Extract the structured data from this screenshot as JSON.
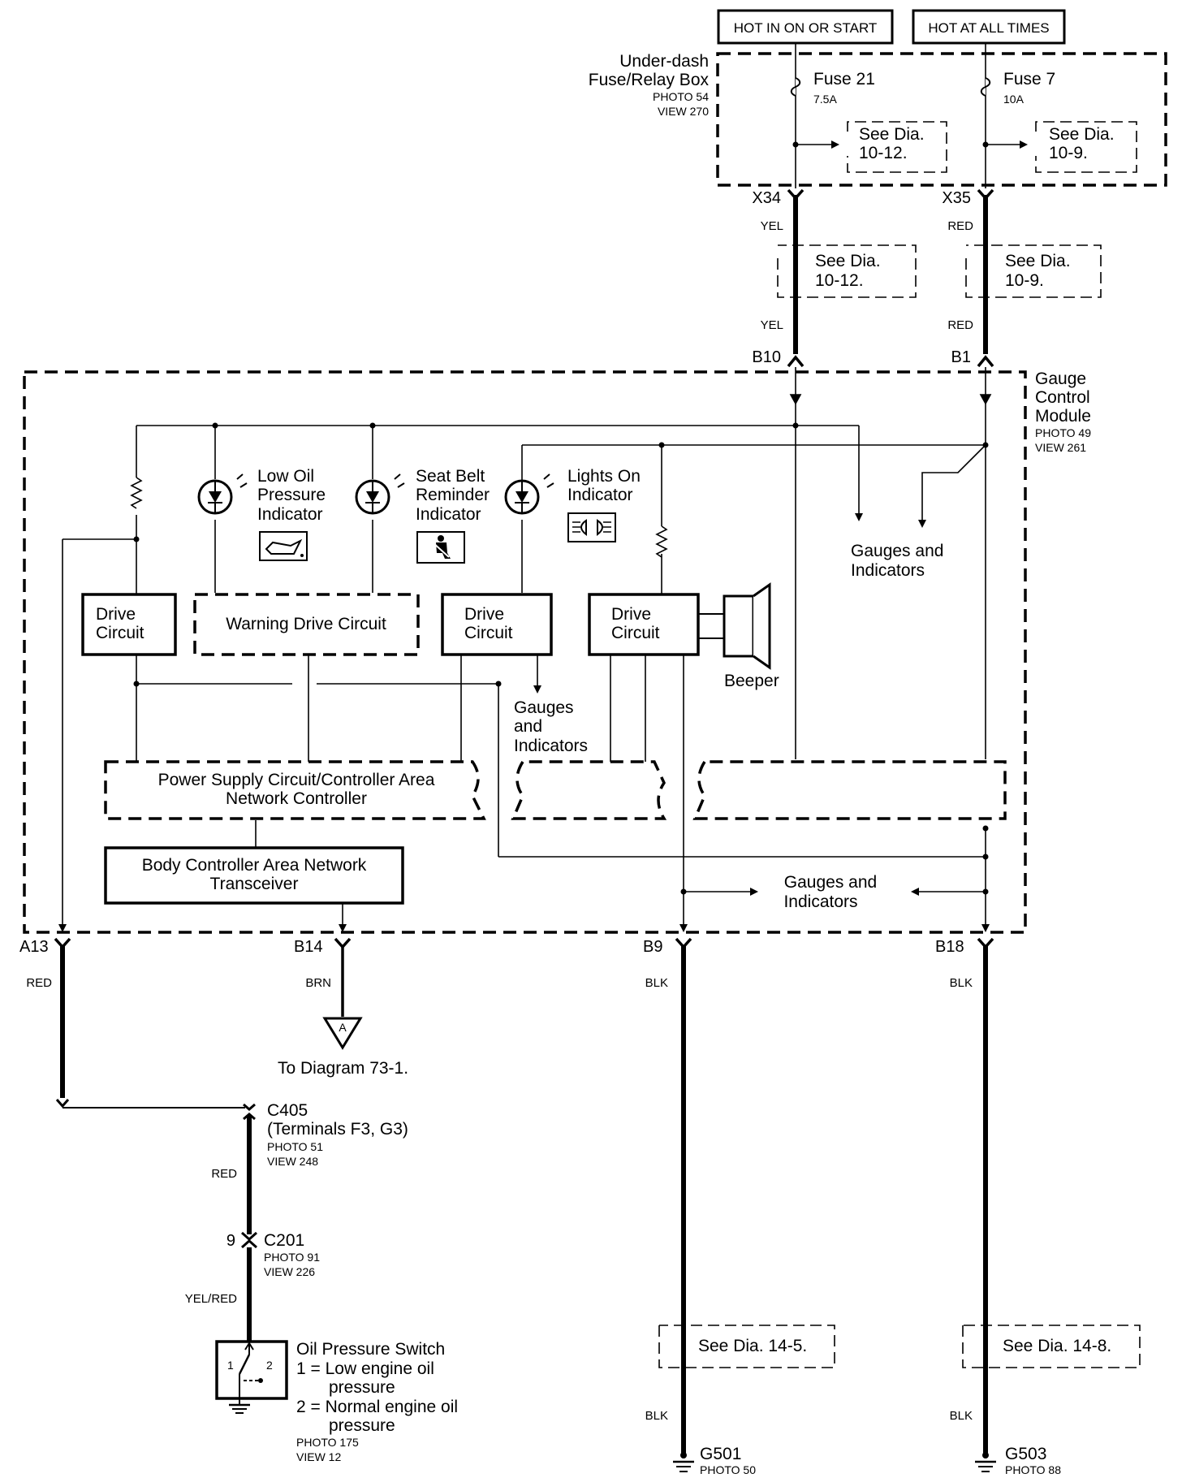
{
  "power": {
    "hot_in_on_or_start": "HOT IN ON OR START",
    "hot_at_all_times": "HOT AT ALL TIMES"
  },
  "fusebox": {
    "name_line1": "Under-dash",
    "name_line2": "Fuse/Relay Box",
    "photo": "PHOTO 54",
    "view": "VIEW 270",
    "fuse21_name": "Fuse 21",
    "fuse21_rating": "7.5A",
    "fuse7_name": "Fuse 7",
    "fuse7_rating": "10A",
    "see1_line1": "See Dia.",
    "see1_line2": "10-12.",
    "see2_line1": "See Dia.",
    "see2_line2": "10-9."
  },
  "wires_top": {
    "x34": "X34",
    "x35": "X35",
    "yel_top": "YEL",
    "red_top": "RED",
    "see3_line1": "See Dia.",
    "see3_line2": "10-12.",
    "see4_line1": "See Dia.",
    "see4_line2": "10-9.",
    "yel_bottom": "YEL",
    "red_bottom": "RED",
    "b10": "B10",
    "b1": "B1"
  },
  "gcm": {
    "name_line1": "Gauge",
    "name_line2": "Control",
    "name_line3": "Module",
    "photo": "PHOTO 49",
    "view": "VIEW 261",
    "low_oil_line1": "Low Oil",
    "low_oil_line2": "Pressure",
    "low_oil_line3": "Indicator",
    "seat_belt_line1": "Seat Belt",
    "seat_belt_line2": "Reminder",
    "seat_belt_line3": "Indicator",
    "lights_on_line1": "Lights On",
    "lights_on_line2": "Indicator",
    "gauges1_line1": "Gauges and",
    "gauges1_line2": "Indicators",
    "drive1_line1": "Drive",
    "drive1_line2": "Circuit",
    "warning_drive": "Warning Drive Circuit",
    "drive2_line1": "Drive",
    "drive2_line2": "Circuit",
    "drive3_line1": "Drive",
    "drive3_line2": "Circuit",
    "beeper": "Beeper",
    "gauges2_line1": "Gauges",
    "gauges2_line2": "and",
    "gauges2_line3": "Indicators",
    "psc_line1": "Power Supply Circuit/Controller Area",
    "psc_line2": "Network Controller",
    "body_line1": "Body Controller Area Network",
    "body_line2": "Transceiver",
    "gauges3_line1": "Gauges and",
    "gauges3_line2": "Indicators"
  },
  "bottom": {
    "a13": "A13",
    "b14": "B14",
    "b9": "B9",
    "b18": "B18",
    "red1": "RED",
    "brn": "BRN",
    "blk1": "BLK",
    "blk2": "BLK",
    "conn_a": "A",
    "to_diagram": "To Diagram 73-1.",
    "c405": "C405",
    "c405_terms": "(Terminals F3, G3)",
    "c405_photo": "PHOTO 51",
    "c405_view": "VIEW 248",
    "red2": "RED",
    "pin9": "9",
    "c201": "C201",
    "c201_photo": "PHOTO 91",
    "c201_view": "VIEW 226",
    "yel_red": "YEL/RED",
    "ops_name": "Oil Pressure Switch",
    "ops_1a": "1 = Low engine oil",
    "ops_1b": "pressure",
    "ops_2a": "2 = Normal engine oil",
    "ops_2b": "pressure",
    "ops_photo": "PHOTO 175",
    "ops_view": "VIEW 12",
    "sw_pin1": "1",
    "sw_pin2": "2",
    "see5": "See Dia. 14-5.",
    "see6": "See Dia. 14-8.",
    "blk3": "BLK",
    "blk4": "BLK",
    "g501": "G501",
    "g501_photo": "PHOTO 50",
    "g503": "G503",
    "g503_photo": "PHOTO 88"
  }
}
